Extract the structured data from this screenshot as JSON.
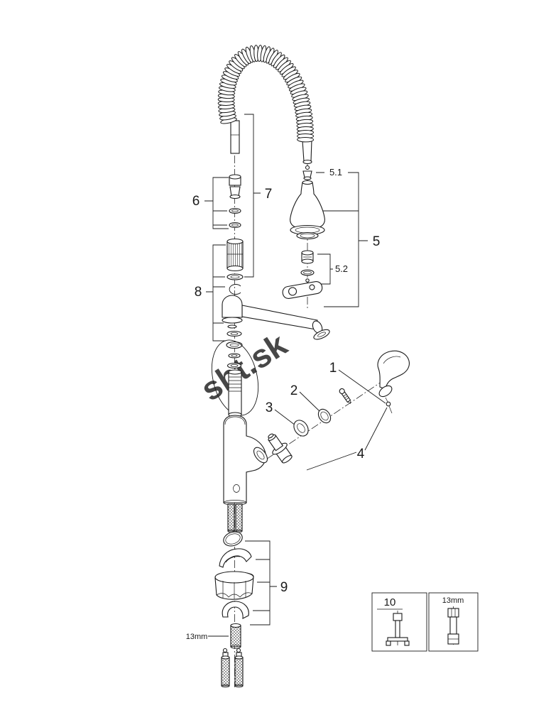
{
  "diagram": {
    "type": "exploded-parts-diagram",
    "subject": "Kitchen faucet with pull-out spray - spare parts drawing",
    "watermark": "sht.sk",
    "callouts": {
      "c1": "1",
      "c2": "2",
      "c3": "3",
      "c4": "4",
      "c5": "5",
      "c5_1": "5.1",
      "c5_2": "5.2",
      "c6": "6",
      "c7": "7",
      "c8": "8",
      "c9": "9",
      "c10": "10"
    },
    "annotations": {
      "wrench_size": "13mm",
      "legend_tool_size": "13mm"
    },
    "colors": {
      "line": "#1a1a1a",
      "watermark": "#cccccc",
      "background": "#ffffff"
    }
  }
}
